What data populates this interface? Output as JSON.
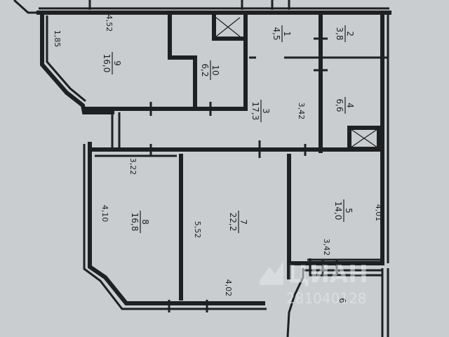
{
  "rooms": [
    {
      "id": "1",
      "number": "1",
      "area": "4,5"
    },
    {
      "id": "2",
      "number": "2",
      "area": "3,8"
    },
    {
      "id": "3",
      "number": "3",
      "area": "17,3"
    },
    {
      "id": "4",
      "number": "4",
      "area": "6,6"
    },
    {
      "id": "5",
      "number": "5",
      "area": "14,0"
    },
    {
      "id": "6",
      "number": "6",
      "area": ""
    },
    {
      "id": "7",
      "number": "7",
      "area": "22,2"
    },
    {
      "id": "8",
      "number": "8",
      "area": "16,8"
    },
    {
      "id": "9",
      "number": "9",
      "area": "16,0"
    },
    {
      "id": "10",
      "number": "10",
      "area": "6,2"
    }
  ],
  "dimensions": {
    "d452": "4,52",
    "d185": "1,85",
    "d342": "3,42",
    "d322": "3,22",
    "d410": "4,10",
    "d552": "5,52",
    "d401": "4,01",
    "d342b": "3,42",
    "d402": "4,02"
  },
  "watermark": {
    "brand": "ЦИАН",
    "code": "281040128"
  },
  "colors": {
    "background": "#c9cdcf",
    "ink": "#1e2022"
  }
}
